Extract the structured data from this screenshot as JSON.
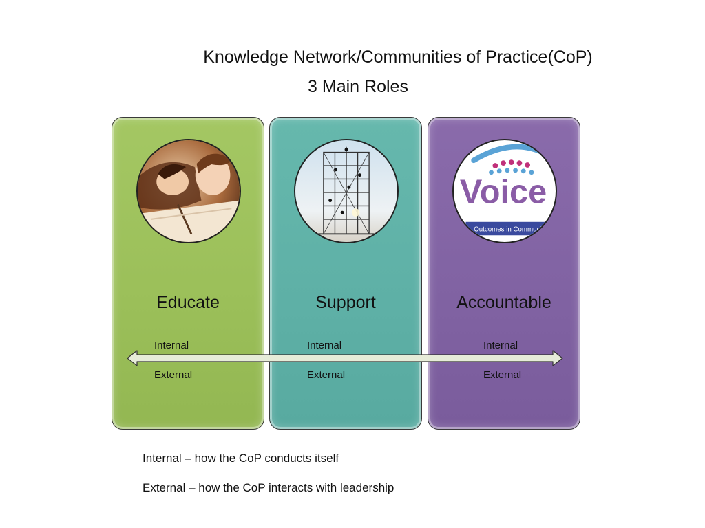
{
  "title": {
    "line1": "Knowledge Network/Communities of Practice(CoP)",
    "line2": "3 Main Roles"
  },
  "roles": [
    {
      "label": "Educate",
      "sub_internal": "Internal",
      "sub_external": "External",
      "color": "#9bbf59",
      "image": "students-photo"
    },
    {
      "label": "Support",
      "sub_internal": "Internal",
      "sub_external": "External",
      "color": "#5eb0a6",
      "image": "scaffolding-tower-photo"
    },
    {
      "label": "Accountable",
      "sub_internal": "Internal",
      "sub_external": "External",
      "color": "#8062a2",
      "image": "voice-logo"
    }
  ],
  "logo": {
    "wordmark": "Voice",
    "tagline": "Outcomes in Community Eng"
  },
  "legend": {
    "internal": "Internal – how the CoP conducts itself",
    "external": "External – how the CoP interacts with leadership"
  }
}
